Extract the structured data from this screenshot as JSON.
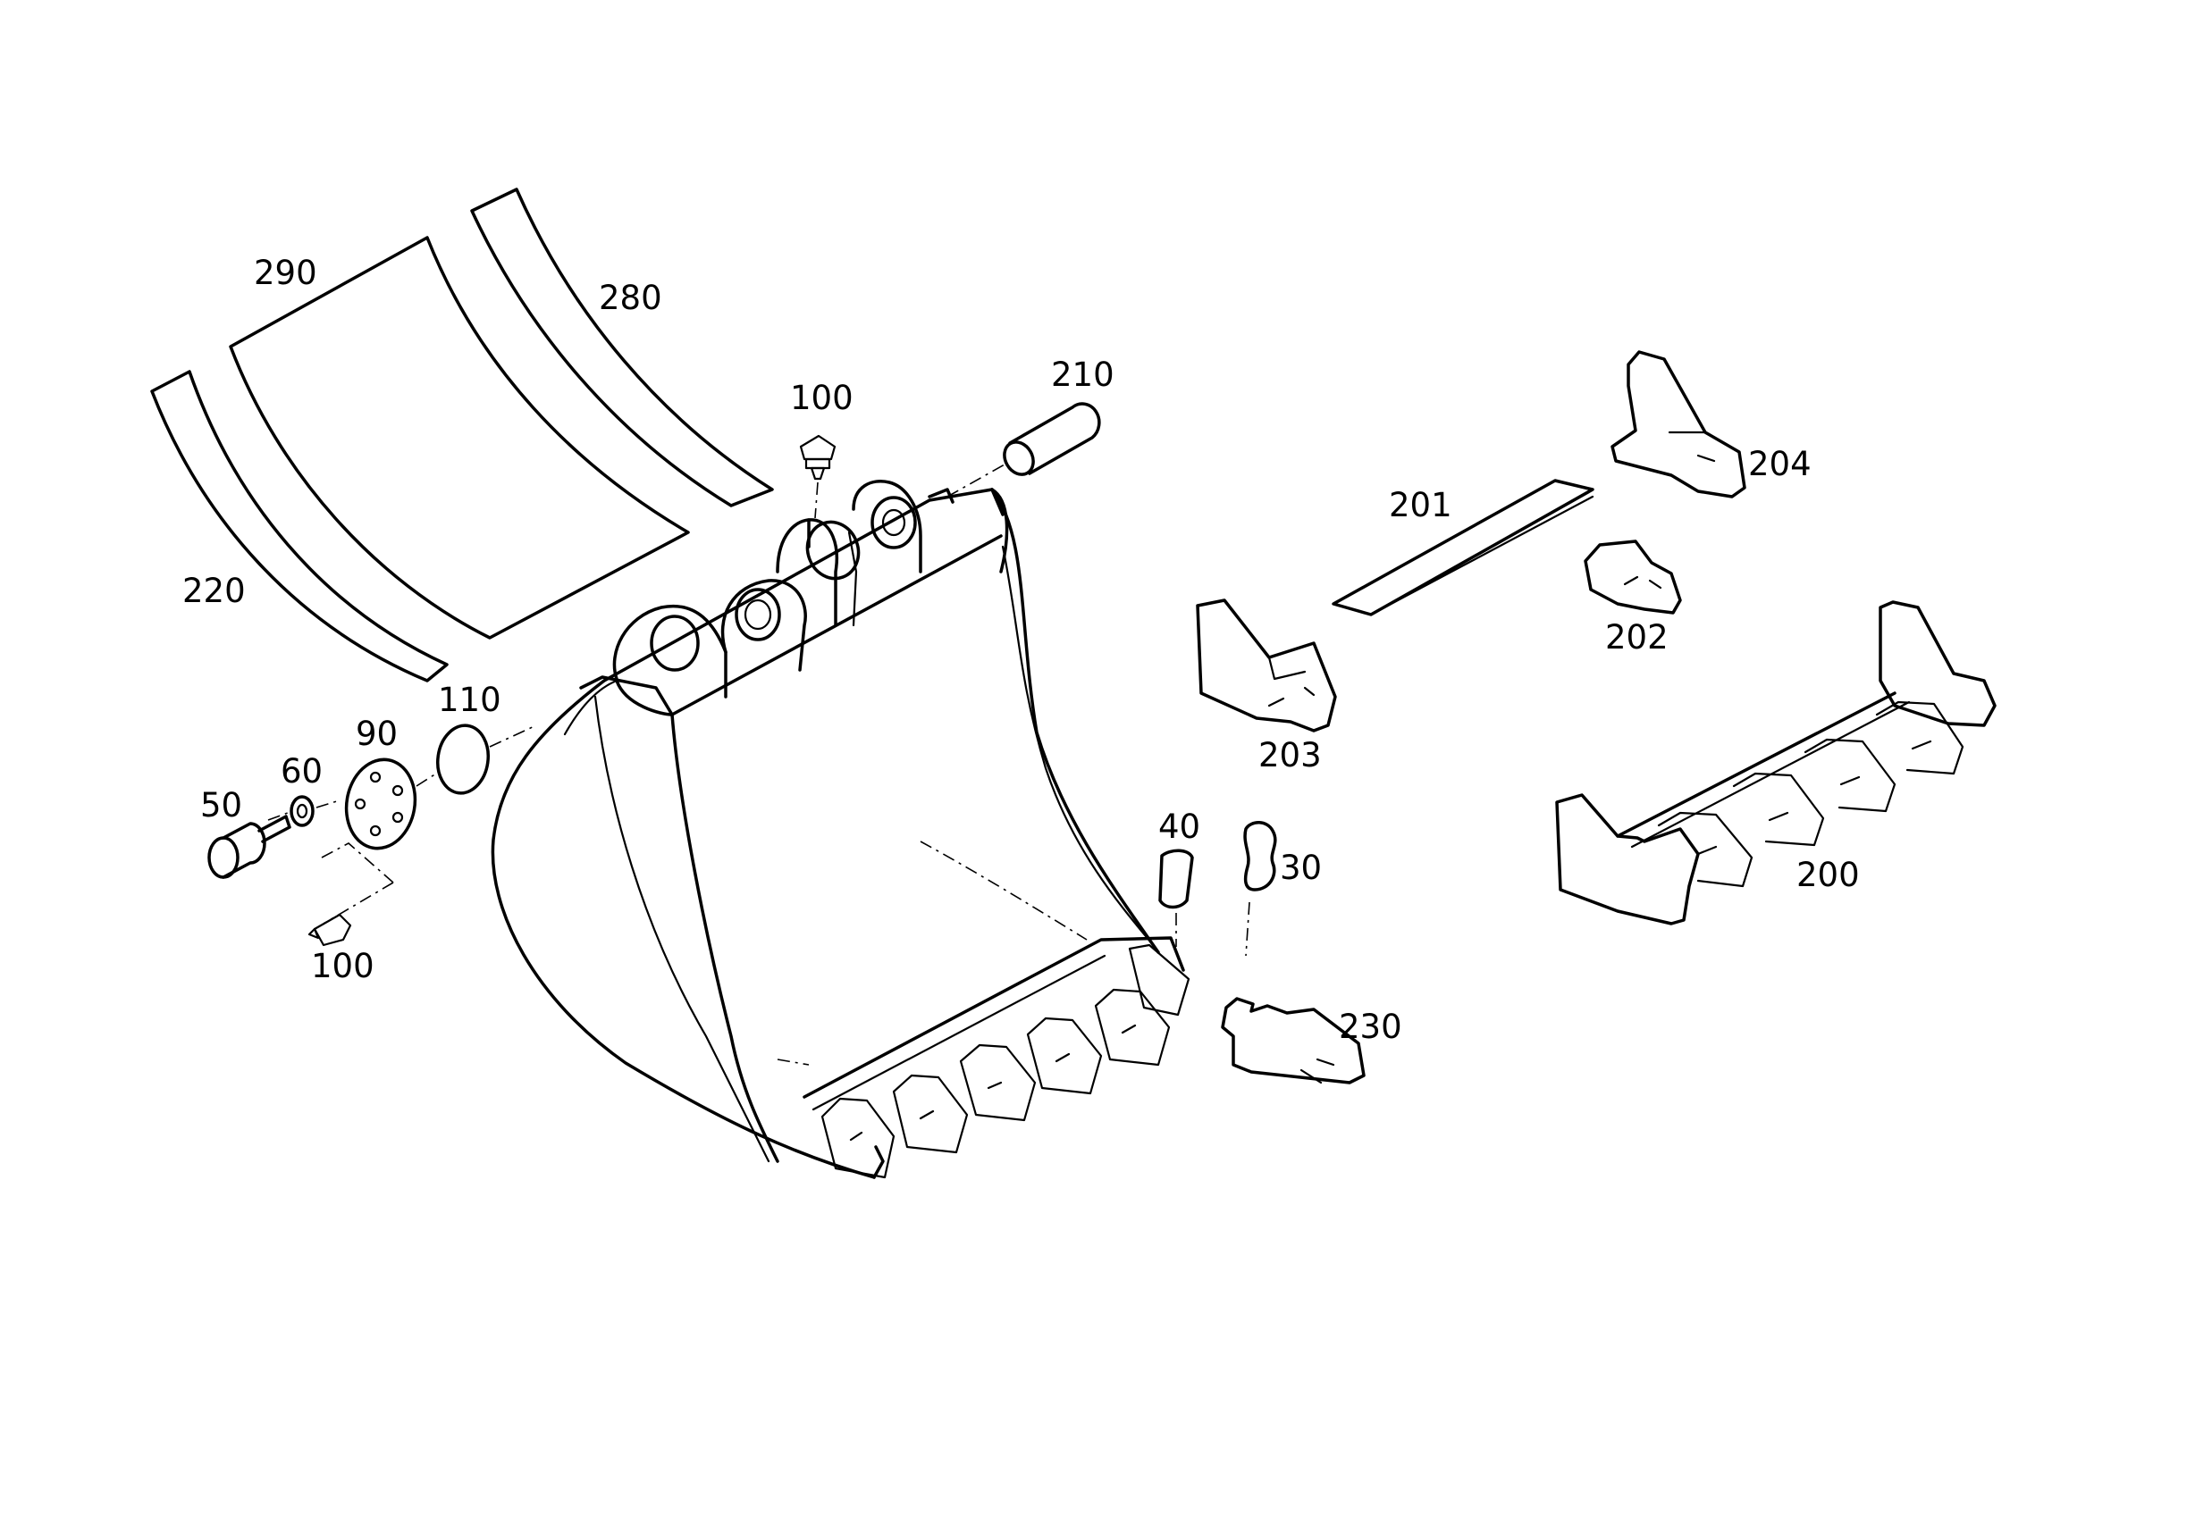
{
  "callouts": {
    "c290": "290",
    "c280": "280",
    "c220": "220",
    "c100a": "100",
    "c210": "210",
    "c201": "201",
    "c204": "204",
    "c202": "202",
    "c203": "203",
    "c110": "110",
    "c90": "90",
    "c60": "60",
    "c50": "50",
    "c100b": "100",
    "c40": "40",
    "c30": "30",
    "c200": "200",
    "c230": "230"
  }
}
